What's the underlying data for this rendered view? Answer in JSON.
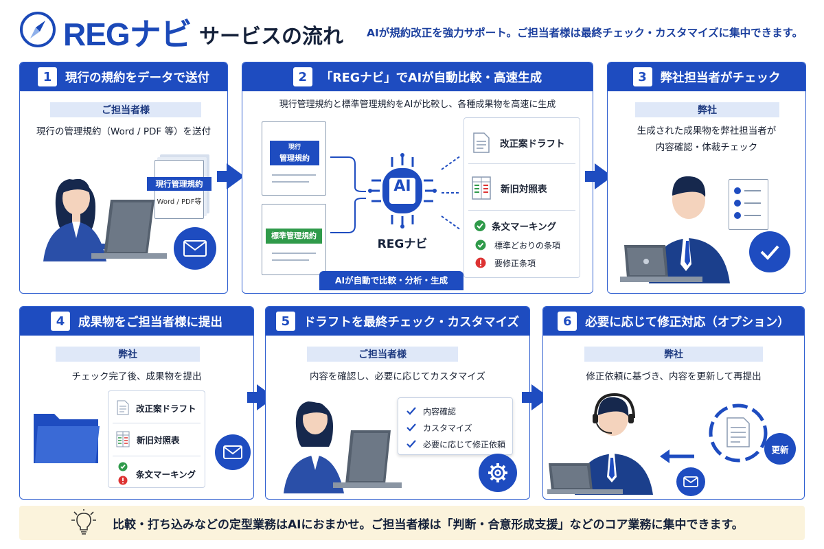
{
  "header": {
    "brand": "REGナビ",
    "title": "サービスの流れ",
    "subtitle": "AIが規約改正を強力サポート。ご担当者様は最終チェック・カスタマイズに集中できます。"
  },
  "steps": [
    {
      "num": "1",
      "title": "現行の規約をデータで送付",
      "who": "ご担当者様",
      "desc": "現行の管理規約（Word / PDF 等）を送付",
      "doc_label": "現行管理規約",
      "doc_sub": "Word / PDF等"
    },
    {
      "num": "2",
      "title": "「REGナビ」でAIが自動比較・高速生成",
      "desc": "現行管理規約と標準管理規約をAIが比較し、各種成果物を高速に生成",
      "doc1_label_top": "現行",
      "doc1_label": "管理規約",
      "doc2_label": "標準管理規約",
      "ai_label": "AI",
      "engine_label": "REGナビ",
      "outputs": [
        "改正案ドラフト",
        "新旧対照表",
        "条文マーキング"
      ],
      "marks": [
        "標準どおりの条項",
        "要修正条項"
      ],
      "badge": "AIが自動で比較・分析・生成"
    },
    {
      "num": "3",
      "title": "弊社担当者がチェック",
      "who": "弊社",
      "desc1": "生成された成果物を弊社担当者が",
      "desc2": "内容確認・体裁チェック"
    },
    {
      "num": "4",
      "title": "成果物をご担当者様に提出",
      "who": "弊社",
      "desc": "チェック完了後、成果物を提出",
      "outputs": [
        "改正案ドラフト",
        "新旧対照表",
        "条文マーキング"
      ]
    },
    {
      "num": "5",
      "title": "ドラフトを最終チェック・カスタマイズ",
      "who": "ご担当者様",
      "desc": "内容を確認し、必要に応じてカスタマイズ",
      "checks": [
        "内容確認",
        "カスタマイズ",
        "必要に応じて修正依頼"
      ]
    },
    {
      "num": "6",
      "title": "必要に応じて修正対応（オプション）",
      "who": "弊社",
      "desc": "修正依頼に基づき、内容を更新して再提出",
      "update_label": "更新"
    }
  ],
  "footer": {
    "text": "比較・打ち込みなどの定型業務はAIにおまかせ。ご担当者様は「判断・合意形成支援」などのコア業務に集中できます。"
  },
  "colors": {
    "primary": "#1e4cc0",
    "brand": "#1b49b8",
    "footer_bg": "#fbf3dc",
    "label_bg": "#dfe8f8"
  }
}
